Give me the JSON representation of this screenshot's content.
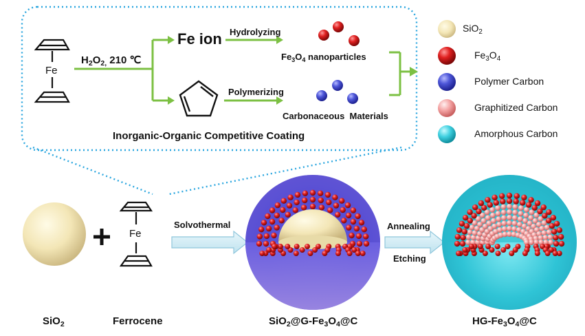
{
  "reaction": {
    "conditions_main": "H",
    "conditions_sub": "2",
    "conditions_mid": "O",
    "conditions_sub2": "2,",
    "conditions_tail": " 210 ℃",
    "fe_ion": "Fe ion",
    "hydrolyzing": "Hydrolyzing",
    "polymerizing": "Polymerizing",
    "fe3o4_np_a": "Fe",
    "fe3o4_np_s1": "3",
    "fe3o4_np_b": "O",
    "fe3o4_np_s2": "4",
    "fe3o4_np_c": " nanoparticles",
    "carbonaceous": "Carbonaceous  Materials",
    "coating_title": "Inorganic-Organic Competitive Coating",
    "fe_atom": "Fe"
  },
  "legend": {
    "sio2_a": "SiO",
    "sio2_s": "2",
    "fe3o4_a": "Fe",
    "fe3o4_s1": "3",
    "fe3o4_b": "O",
    "fe3o4_s2": "4",
    "polymer_carbon": "Polymer Carbon",
    "graphitized_carbon": "Graphitized Carbon",
    "amorphous_carbon": "Amorphous Carbon",
    "colors": {
      "sio2": "#f1e3b0",
      "fe3o4": "#d21a1a",
      "polymer": "#4d56d8",
      "graphitized": "#f19a9a",
      "amorphous": "#3fd0e0"
    }
  },
  "process": {
    "plus": "+",
    "solvothermal": "Solvothermal",
    "annealing": "Annealing",
    "etching": "Etching",
    "fe_atom": "Fe"
  },
  "labels": {
    "sio2_a": "SiO",
    "sio2_s": "2",
    "ferrocene": "Ferrocene",
    "comp1_a": "SiO",
    "comp1_s1": "2",
    "comp1_b": "@G-Fe",
    "comp1_s2": "3",
    "comp1_c": "O",
    "comp1_s3": "4",
    "comp1_d": "@C",
    "comp2_a": "HG-Fe",
    "comp2_s1": "3",
    "comp2_b": "O",
    "comp2_s2": "4",
    "comp2_c": "@C"
  }
}
